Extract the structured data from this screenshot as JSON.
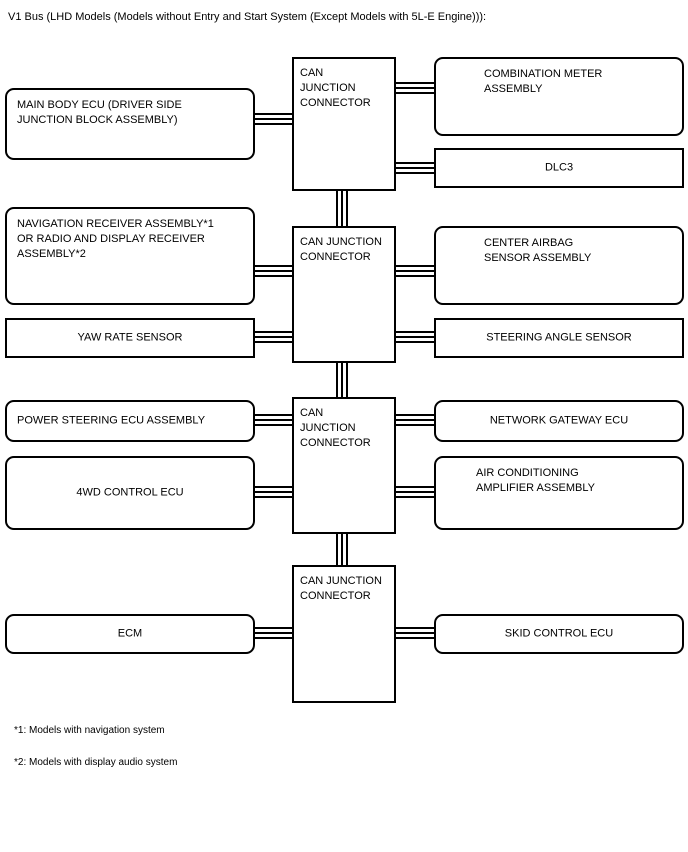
{
  "title": "V1 Bus (LHD Models (Models without Entry and Start System (Except Models with 5L-E Engine))):",
  "nodes": {
    "main_body_ecu": "MAIN BODY ECU (DRIVER SIDE\nJUNCTION BLOCK ASSEMBLY)",
    "navigation_receiver": "NAVIGATION RECEIVER ASSEMBLY*1\nOR RADIO AND DISPLAY RECEIVER\nASSEMBLY*2",
    "yaw_rate_sensor": "YAW RATE SENSOR",
    "power_steering_ecu": "POWER STEERING ECU ASSEMBLY",
    "four_wd_control_ecu": "4WD CONTROL ECU",
    "ecm": "ECM",
    "can_junction_1": "CAN\nJUNCTION\nCONNECTOR",
    "can_junction_2": "CAN JUNCTION\nCONNECTOR",
    "can_junction_3": "CAN\nJUNCTION\nCONNECTOR",
    "can_junction_4": "CAN JUNCTION\nCONNECTOR",
    "combination_meter": "COMBINATION METER\nASSEMBLY",
    "dlc3": "DLC3",
    "center_airbag_sensor": "CENTER AIRBAG\nSENSOR ASSEMBLY",
    "steering_angle_sensor": "STEERING ANGLE SENSOR",
    "network_gateway_ecu": "NETWORK GATEWAY ECU",
    "air_conditioning_amplifier": "AIR CONDITIONING\nAMPLIFIER ASSEMBLY",
    "skid_control_ecu": "SKID CONTROL ECU"
  },
  "footnotes": {
    "note1": "*1: Models with navigation system",
    "note2": "*2: Models with display audio system"
  },
  "colors": {
    "line": "#000000",
    "background": "#ffffff",
    "text": "#000000"
  }
}
